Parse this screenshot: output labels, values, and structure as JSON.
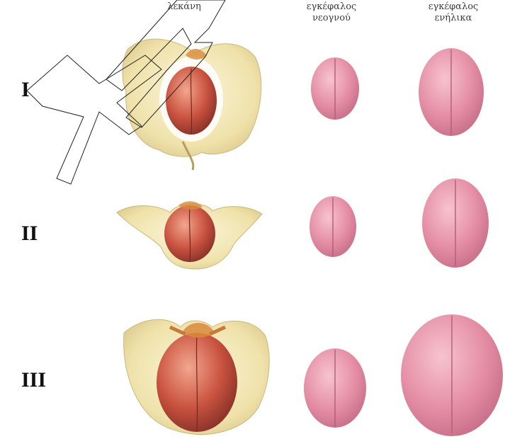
{
  "headers": {
    "pelvis": "λεκάνη",
    "newborn_brain": [
      "εγκέφαλος",
      "νεογνού"
    ],
    "adult_brain": [
      "εγκέφαλος",
      "ενήλικα"
    ]
  },
  "rows": [
    {
      "label": "I"
    },
    {
      "label": "II"
    },
    {
      "label": "III"
    }
  ],
  "colors": {
    "brain": "#e58fa6",
    "brain_dark": "#c76e88",
    "bone": "#f1e7b8",
    "head": "#c24a3a"
  },
  "watermark_icons": [
    "x-letter-icon",
    "a-letter-icon"
  ]
}
